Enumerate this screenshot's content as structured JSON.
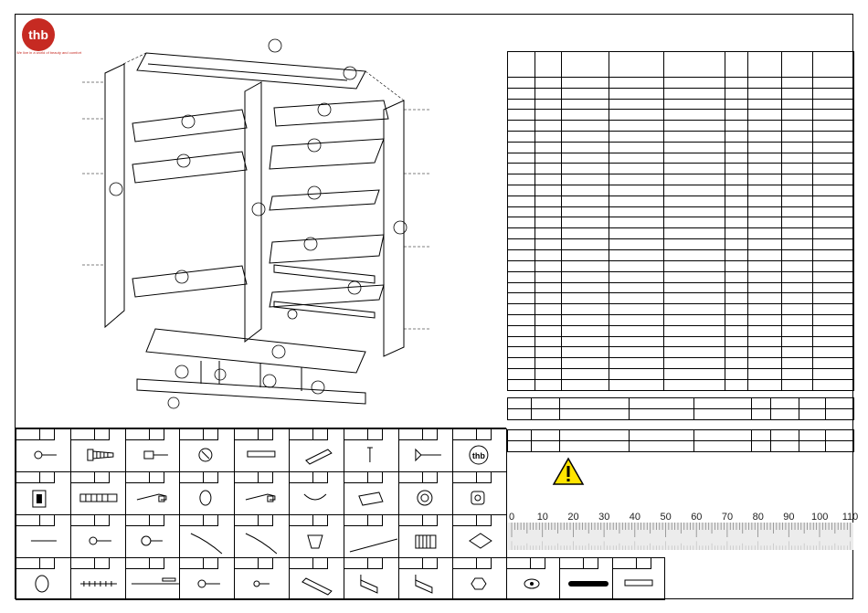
{
  "brand": {
    "name": "thb",
    "tagline": "We live in a world of beauty and comfort",
    "color": "#c62a22"
  },
  "warning": {
    "icon": "warning-triangle-icon",
    "color": "#ffe400"
  },
  "ruler": {
    "labels": [
      "0",
      "10",
      "20",
      "30",
      "40",
      "50",
      "60",
      "70",
      "80",
      "90",
      "100",
      "110"
    ]
  },
  "hardware_icons": [
    "screw-icon",
    "wood-screw-icon",
    "dowel-cam-icon",
    "cam-lock-icon",
    "bar-icon",
    "corner-plate-icon",
    "pin-icon",
    "countersunk-screw-icon",
    "thb-logo-icon",
    "hinge-icon",
    "long-screw-icon",
    "drawer-runner-icon",
    "cap-icon",
    "drawer-runner-icon",
    "bracket-icon",
    "hinge-plate-icon",
    "cam-wheel-icon",
    "roller-icon",
    "nail-icon",
    "screw-icon",
    "short-screw-icon",
    "rod-icon",
    "rod-icon",
    "bumper-icon",
    "rail-icon",
    "hanger-icon",
    "angle-plate-icon",
    "ring-icon",
    "threaded-rod-icon",
    "line-icon",
    "screw-icon",
    "small-screw-icon",
    "profile-icon",
    "angle-bracket-icon",
    "angle-bracket-icon",
    "nut-icon",
    "knob-icon",
    "handle-icon",
    "bar-icon"
  ]
}
